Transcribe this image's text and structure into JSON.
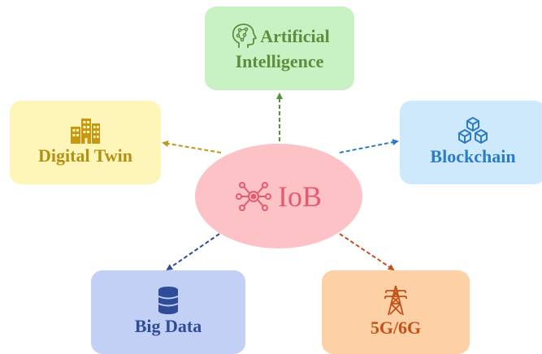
{
  "center": {
    "label": "IoB",
    "icon": "network-hub-icon",
    "color": "#e55a6e"
  },
  "nodes": {
    "ai": {
      "line1": "Artificial",
      "line2": "Intelligence",
      "icon": "ai-head-icon",
      "color": "#5a8f3e"
    },
    "digital_twin": {
      "label": "Digital Twin",
      "icon": "buildings-icon",
      "color": "#b48f12"
    },
    "blockchain": {
      "label": "Blockchain",
      "icon": "blockchain-cubes-icon",
      "color": "#2c7cc4"
    },
    "big_data": {
      "label": "Big Data",
      "icon": "database-icon",
      "color": "#2e4c98"
    },
    "g5g6": {
      "label": "5G/6G",
      "icon": "transmission-tower-icon",
      "color": "#c4501a"
    }
  },
  "edge_colors": {
    "ai": "#5a8f3e",
    "digital_twin": "#c0971a",
    "blockchain": "#2c7cc4",
    "big_data": "#2e4c98",
    "g5g6": "#c4501a"
  }
}
